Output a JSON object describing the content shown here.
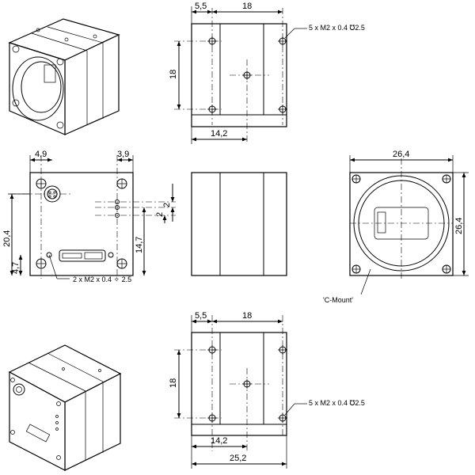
{
  "top_view": {
    "dim_offset": "5,5",
    "dim_spacing_h": "18",
    "dim_height": "18",
    "dim_base": "14,2",
    "hole_note": "5 x  M2  x 0.4 ℧2.5"
  },
  "back_view": {
    "dim_left": "4,9",
    "dim_right": "3,9",
    "dim_led_top": "2",
    "dim_led_bottom": "2",
    "dim_total_h": "20,4",
    "dim_bottom": "4,7",
    "dim_right_h": "14,7",
    "hole_note": "2 x  M2  x 0.4 ✧ 2.5"
  },
  "front_view": {
    "dim_width": "26,4",
    "dim_height": "26,4",
    "mount_label": "'C-Mount'"
  },
  "bottom_view": {
    "dim_offset": "5,5",
    "dim_spacing_h": "18",
    "dim_height": "18",
    "dim_base": "14,2",
    "dim_total": "25,2",
    "hole_note": "5 x  M2  x 0.4 ℧2.5"
  }
}
